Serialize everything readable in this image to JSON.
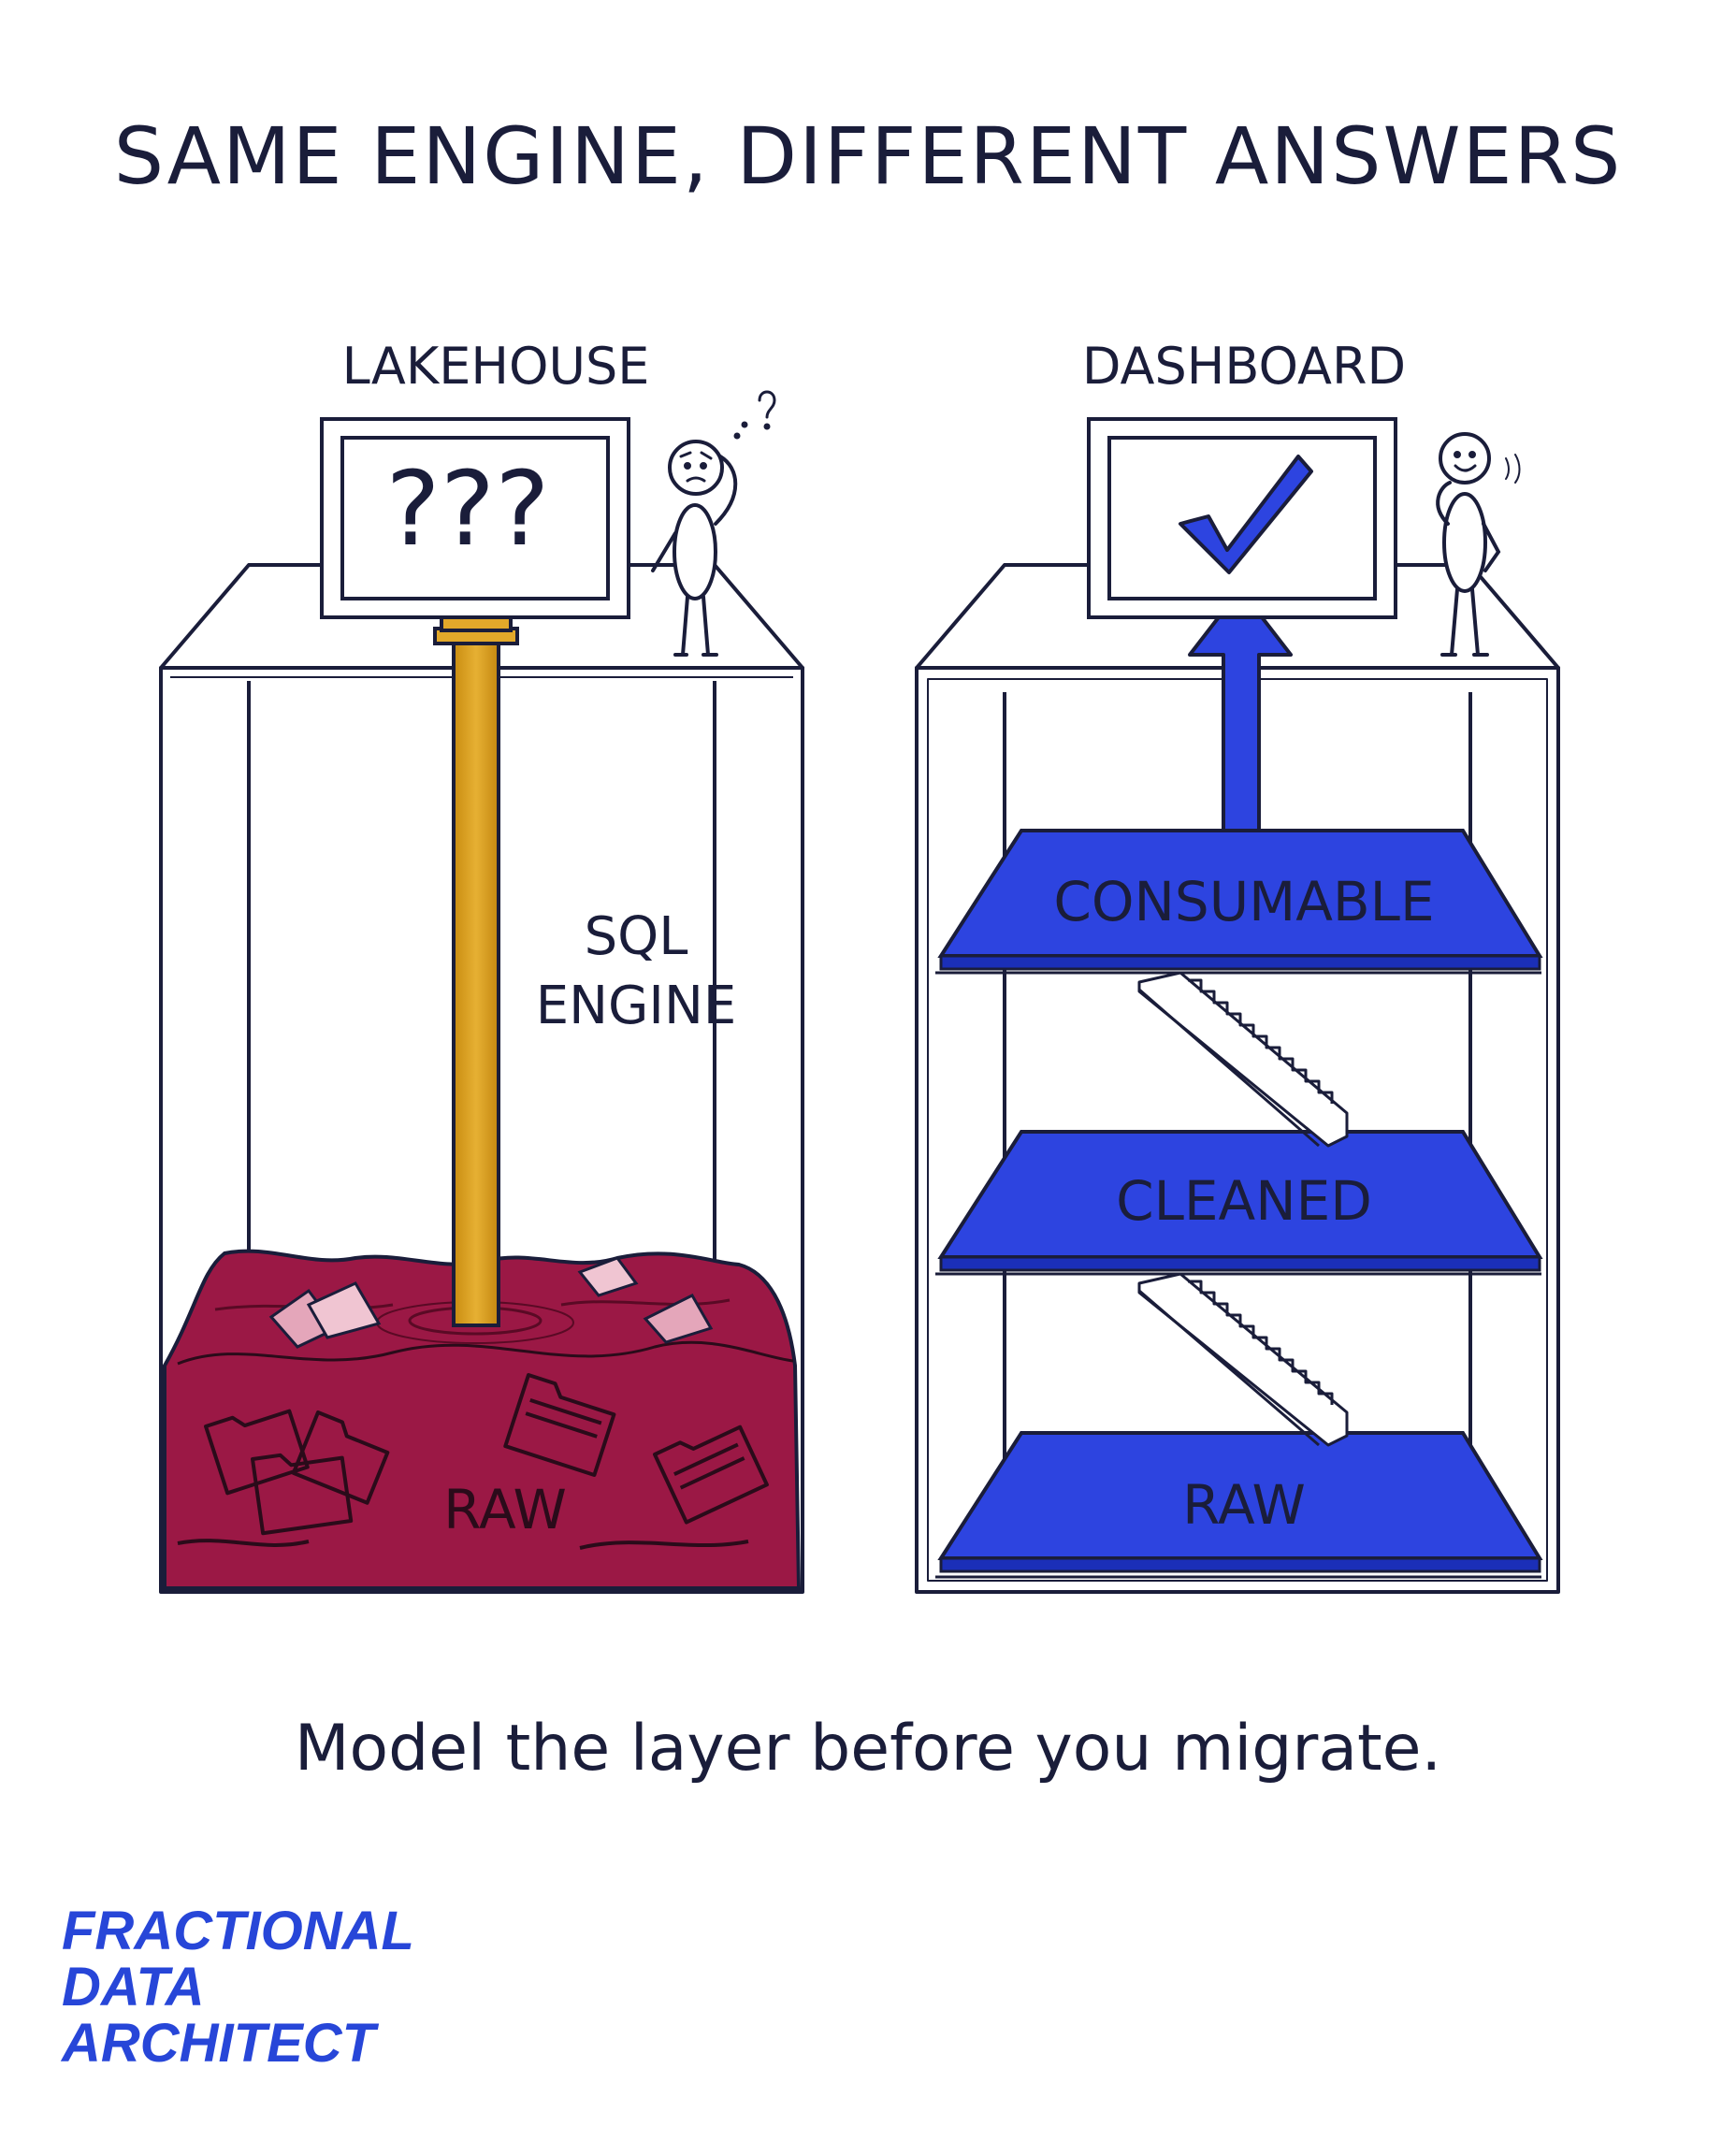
{
  "title": "SAME ENGINE, DIFFERENT ANSWERS",
  "left_panel": {
    "label": "LAKEHOUSE",
    "screen_text": "???",
    "engine_label_line1": "SQL",
    "engine_label_line2": "ENGINE",
    "base_label": "RAW"
  },
  "right_panel": {
    "label": "DASHBOARD",
    "layers": [
      "CONSUMABLE",
      "CLEANED",
      "RAW"
    ]
  },
  "tagline": "Model the layer before you migrate.",
  "brand": {
    "line1": "FRACTIONAL",
    "line2": "DATA",
    "line3": "ARCHITECT"
  },
  "colors": {
    "ink": "#1a1d3a",
    "raw_mess": "#9b1845",
    "pole": "#dba21e",
    "layer_blue": "#2d44e0",
    "brand_blue": "#2746d8"
  },
  "icons": [
    "checkmark-icon",
    "question-marks",
    "confused-stick-figure",
    "happy-stick-figure",
    "up-arrow",
    "staircase",
    "folder-icon"
  ]
}
